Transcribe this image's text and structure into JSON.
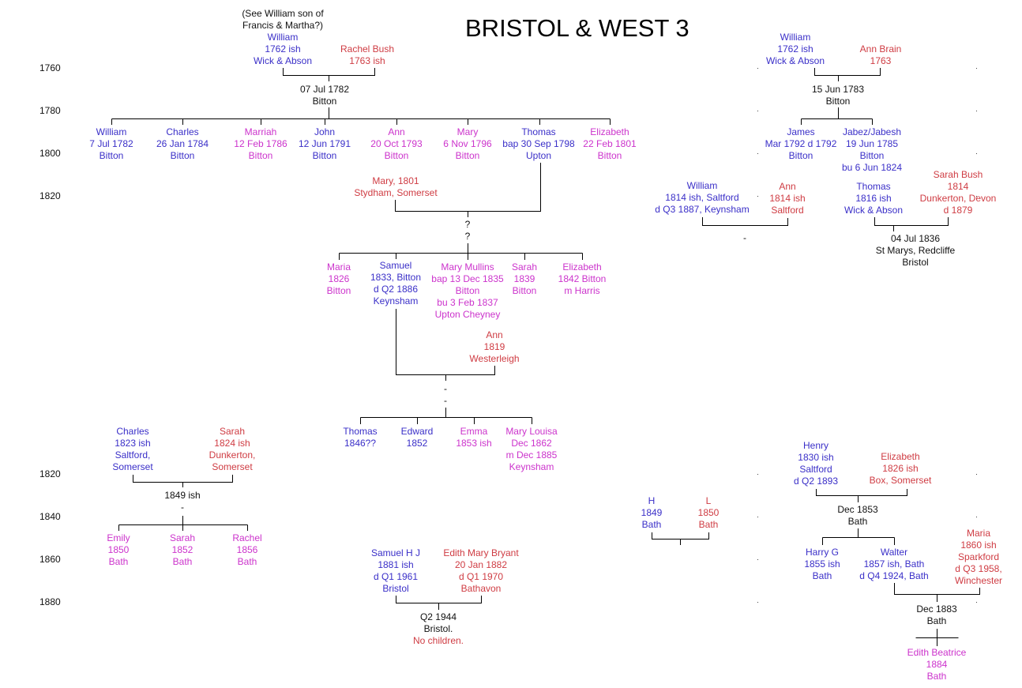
{
  "title": "BRISTOL & WEST 3",
  "years": [
    "1760",
    "1780",
    "1800",
    "1820",
    "1820",
    "1840",
    "1860",
    "1880"
  ],
  "groups": {
    "william_1762_left": [
      "(See William son of",
      "Francis & Martha?)",
      "William",
      "1762 ish",
      "Wick & Abson"
    ],
    "rachel_bush": [
      "Rachel Bush",
      "1763 ish"
    ],
    "marriage_1782": [
      "07 Jul 1782",
      "Bitton"
    ],
    "william_1782": [
      "William",
      "7 Jul 1782",
      "Bitton"
    ],
    "charles_1784": [
      "Charles",
      "26 Jan 1784",
      "Bitton"
    ],
    "marriah_1786": [
      "Marriah",
      "12 Feb 1786",
      "Bitton"
    ],
    "john_1791": [
      "John",
      "12 Jun 1791",
      "Bitton"
    ],
    "ann_1793": [
      "Ann",
      "20 Oct 1793",
      "Bitton"
    ],
    "mary_1796": [
      "Mary",
      "6 Nov 1796",
      "Bitton"
    ],
    "thomas_1798": [
      "Thomas",
      "bap 30 Sep 1798",
      "Upton"
    ],
    "elizabeth_1801": [
      "Elizabeth",
      "22 Feb 1801",
      "Bitton"
    ],
    "mary_1801": [
      "Mary, 1801",
      "Stydham, Somerset"
    ],
    "marriage_unknown": [
      "?",
      "?"
    ],
    "maria_1826": [
      "Maria",
      "1826",
      "Bitton"
    ],
    "samuel_1833": [
      "Samuel",
      "1833, Bitton",
      "d Q2 1886",
      "Keynsham"
    ],
    "mary_mullins": [
      "Mary Mullins",
      "bap 13 Dec 1835",
      "Bitton",
      "bu 3 Feb 1837",
      "Upton Cheyney"
    ],
    "sarah_1839": [
      "Sarah",
      "1839",
      "Bitton"
    ],
    "elizabeth_1842": [
      "Elizabeth",
      "1842 Bitton",
      "m Harris"
    ],
    "ann_1819": [
      "Ann",
      "1819",
      "Westerleigh"
    ],
    "marriage_dash": [
      "-",
      "-"
    ],
    "thomas_1846": [
      "Thomas",
      "1846??"
    ],
    "edward_1852": [
      "Edward",
      "1852"
    ],
    "emma_1853": [
      "Emma",
      "1853 ish"
    ],
    "mary_louisa": [
      "Mary Louisa",
      "Dec 1862",
      "m Dec 1885",
      "Keynsham"
    ],
    "william_1762_right": [
      "William",
      "1762 ish",
      "Wick & Abson"
    ],
    "ann_brain": [
      "Ann Brain",
      "1763"
    ],
    "marriage_1783": [
      "15 Jun 1783",
      "Bitton"
    ],
    "james_1792": [
      "James",
      "Mar 1792 d 1792",
      "Bitton"
    ],
    "jabez_1785": [
      "Jabez/Jabesh",
      "19 Jun 1785",
      "Bitton",
      "bu 6 Jun 1824"
    ],
    "william_1814": [
      "William",
      "1814 ish, Saltford",
      "d Q3 1887, Keynsham"
    ],
    "ann_1814": [
      "Ann",
      "1814 ish",
      "Saltford"
    ],
    "dash_1814": [
      "-"
    ],
    "thomas_1816": [
      "Thomas",
      "1816 ish",
      "Wick & Abson"
    ],
    "sarah_bush": [
      "Sarah Bush",
      "1814",
      "Dunkerton, Devon",
      "d 1879"
    ],
    "marriage_1836": [
      "04 Jul 1836",
      "St Marys, Redcliffe",
      "Bristol"
    ],
    "charles_1823": [
      "Charles",
      "1823 ish",
      "Saltford,",
      "Somerset"
    ],
    "sarah_1824": [
      "Sarah",
      "1824 ish",
      "Dunkerton,",
      "Somerset"
    ],
    "marriage_1849": [
      "1849 ish",
      "-"
    ],
    "emily_1850": [
      "Emily",
      "1850",
      "Bath"
    ],
    "sarah_1852": [
      "Sarah",
      "1852",
      "Bath"
    ],
    "rachel_1856": [
      "Rachel",
      "1856",
      "Bath"
    ],
    "h_1849": [
      "H",
      "1849",
      "Bath"
    ],
    "l_1850": [
      "L",
      "1850",
      "Bath"
    ],
    "samuel_hj": [
      "Samuel H J",
      "1881 ish",
      "d Q1 1961",
      "Bristol"
    ],
    "edith_mary_bryant": [
      "Edith Mary Bryant",
      "20 Jan 1882",
      "d Q1 1970",
      "Bathavon"
    ],
    "marriage_1944_top": [
      "Q2 1944",
      "Bristol."
    ],
    "marriage_1944_note": [
      "No children."
    ],
    "henry_1830": [
      "Henry",
      "1830 ish",
      "Saltford",
      "d Q2 1893"
    ],
    "elizabeth_1826": [
      "Elizabeth",
      "1826 ish",
      "Box, Somerset"
    ],
    "marriage_1853": [
      "Dec 1853",
      "Bath"
    ],
    "harry_g": [
      "Harry G",
      "1855 ish",
      "Bath"
    ],
    "walter_1857": [
      "Walter",
      "1857 ish, Bath",
      "d Q4 1924, Bath"
    ],
    "maria_1860": [
      "Maria",
      "1860 ish",
      "Sparkford",
      "d Q3 1958,",
      "Winchester"
    ],
    "marriage_1883": [
      "Dec 1883",
      "Bath"
    ],
    "edith_beatrice": [
      "Edith Beatrice",
      "1884",
      "Bath"
    ]
  },
  "colors": {
    "male": "#3a2fc8",
    "female": "#cf3c43",
    "daughter": "#cc33cc",
    "neutral": "#111111",
    "line": "#000000"
  }
}
